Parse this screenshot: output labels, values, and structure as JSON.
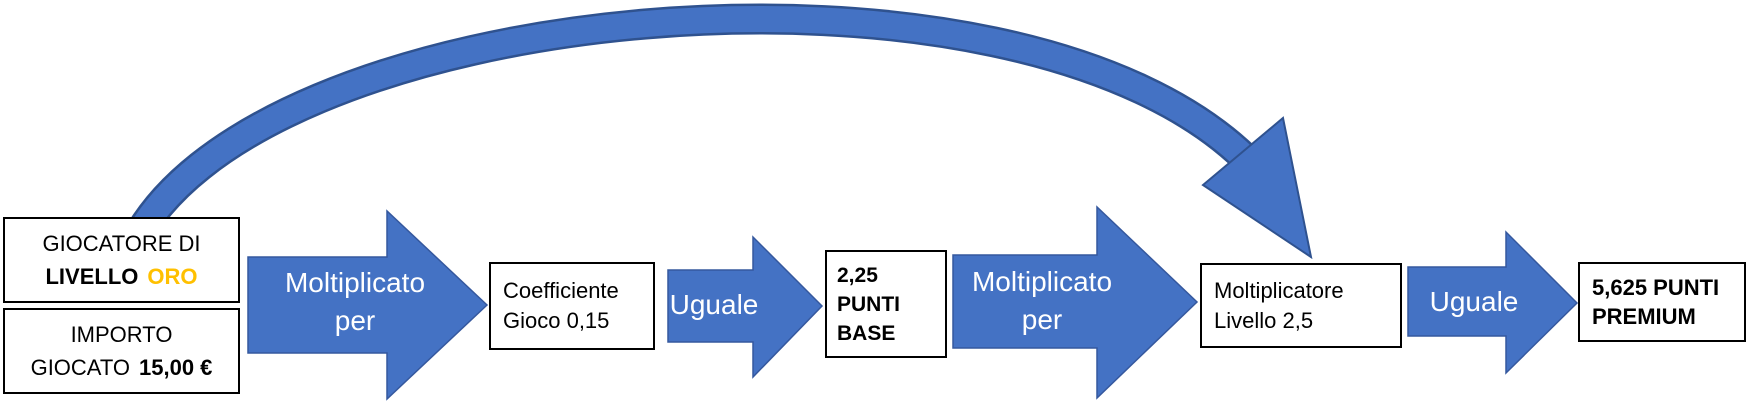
{
  "boxes": {
    "giocatore": {
      "line1": "GIOCATORE DI",
      "line2_bold": "LIVELLO",
      "line2_accent": "ORO"
    },
    "importo": {
      "line1": "IMPORTO",
      "line2": "GIOCATO",
      "line2_value": "15,00 €"
    },
    "coefficiente": {
      "line1": "Coefficiente",
      "line2": "Gioco 0,15"
    },
    "punti_base": {
      "line1": "2,25",
      "line2": "PUNTI",
      "line3": "BASE"
    },
    "moltiplicatore": {
      "line1": "Moltiplicatore",
      "line2": "Livello 2,5"
    },
    "punti_premium": {
      "line1": "5,625 PUNTI",
      "line2": "PREMIUM"
    }
  },
  "arrows": {
    "multiply1": {
      "line1": "Moltiplicato",
      "line2": "per"
    },
    "equals1": {
      "label": "Uguale"
    },
    "multiply2": {
      "line1": "Moltiplicato",
      "line2": "per"
    },
    "equals2": {
      "label": "Uguale"
    }
  },
  "colors": {
    "arrow_fill": "#4472C4",
    "arrow_outline": "#2F528F",
    "accent_gold": "#FFC000",
    "box_border": "#000000",
    "arrow_label_text": "#FFFFFF"
  }
}
